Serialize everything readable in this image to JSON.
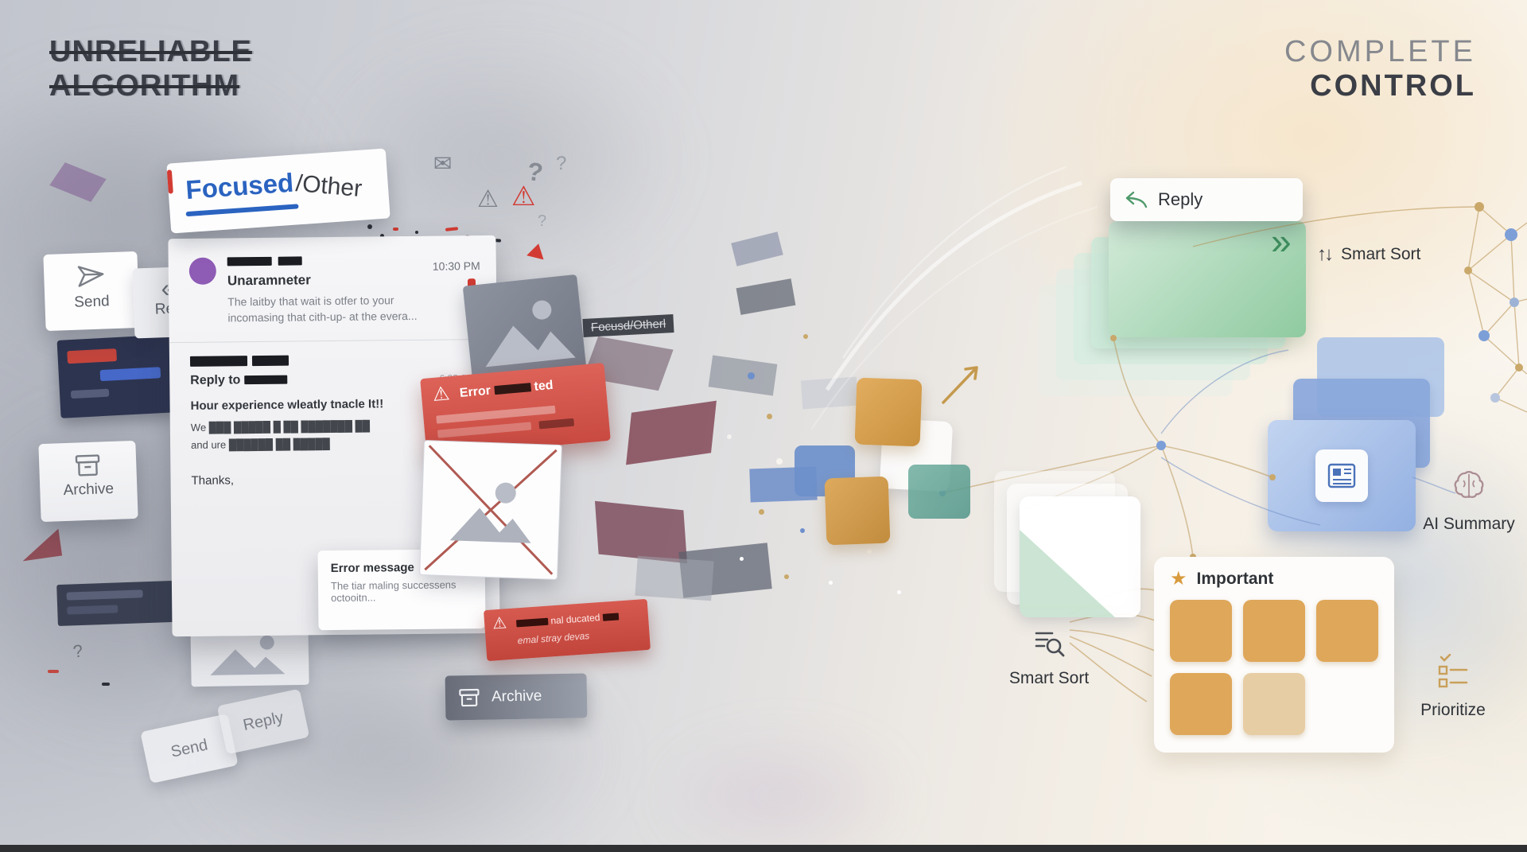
{
  "titles": {
    "left": {
      "line1": "UNRELIABLE",
      "line2": "ALGORITHM"
    },
    "right": {
      "line1": "COMPLETE",
      "line2": "CONTROL"
    }
  },
  "glyphs": {
    "guillemet": "«",
    "warning": "⚠",
    "envelope": "✉",
    "question": "?",
    "star": "★",
    "reply_arrow": "↩",
    "up_down": "↑↓"
  },
  "chaos": {
    "tab": {
      "focused": "Focused",
      "other": "/Other"
    },
    "send_button": "Send",
    "reply_button_partial": "Rep",
    "archive_button": "Archive",
    "email": {
      "sender": "Unaramneter",
      "time": "10:30 PM",
      "preview": [
        "The laitby that wait is otfer to your",
        "incomasing that cith-up- at the evera..."
      ]
    },
    "thread": {
      "reply_to": "Reply to",
      "timestamp": "6:3? Jul..",
      "lines": [
        "Hour experience wleatly tnacle It!!",
        "We ███ █████ █ ██ ███████ ██",
        "and ure ██████ ██ █████",
        "Thanks,"
      ]
    },
    "error_banner": {
      "prefix": "Error",
      "suffix": "ted"
    },
    "error_card": {
      "title": "Error message",
      "body": [
        "The tiar maling successens",
        "octooitn..."
      ]
    },
    "alert_banner": {
      "line1": "nal ducated",
      "line2": "emal stray devas"
    },
    "focused_glitch": "Focusd/Otherl",
    "archive_bar": "Archive",
    "send_tilted": "Send",
    "reply_tilted": "Reply"
  },
  "control": {
    "reply_label": "Reply",
    "smart_sort_top": "Smart Sort",
    "ai_summary": "AI Summary",
    "important_title": "Important",
    "smart_sort_left": "Smart Sort",
    "prioritize": "Prioritize"
  },
  "colors": {
    "focused_blue": "#2a63c0",
    "error_red": "#d0493f",
    "alert_red": "#d23b33",
    "green_card": "#9ccfae",
    "green_icon": "#3f8f5f",
    "blue_card": "#7d9fd8",
    "gold": "#c9a05a",
    "title_dark": "#3b3e46",
    "title_muted": "#8a8d94"
  },
  "important_tiles": [
    "#dfa75a",
    "#dfa75a",
    "#dfa75a",
    "#dfa75a",
    "#e7cda4"
  ]
}
